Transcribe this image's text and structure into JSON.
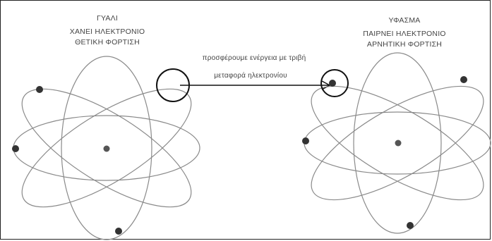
{
  "left_atom": {
    "title": "ΓΥΑΛΙ",
    "line1": "ΧΑΝΕΙ ΗΛΕΚΤΡΟΝΙΟ",
    "line2": "ΘΕΤΙΚΗ ΦΟΡΤΙΣΗ"
  },
  "right_atom": {
    "title": "ΥΦΑΣΜΑ",
    "line1": "ΠΑΙΡΝΕΙ ΗΛΕΚΤΡΟΝΙΟ",
    "line2": "ΑΡΝΗΤΙΚΗ ΦΟΡΤΙΣΗ"
  },
  "transfer": {
    "energy_text": "προσφέρουμε ενέργεια με τριβή",
    "transfer_text": "μεταφορά ηλεκτρονίου"
  },
  "colors": {
    "orbit": "#8a8a8a",
    "electron": "#333333",
    "nucleus": "#555555",
    "highlight": "#111111"
  }
}
